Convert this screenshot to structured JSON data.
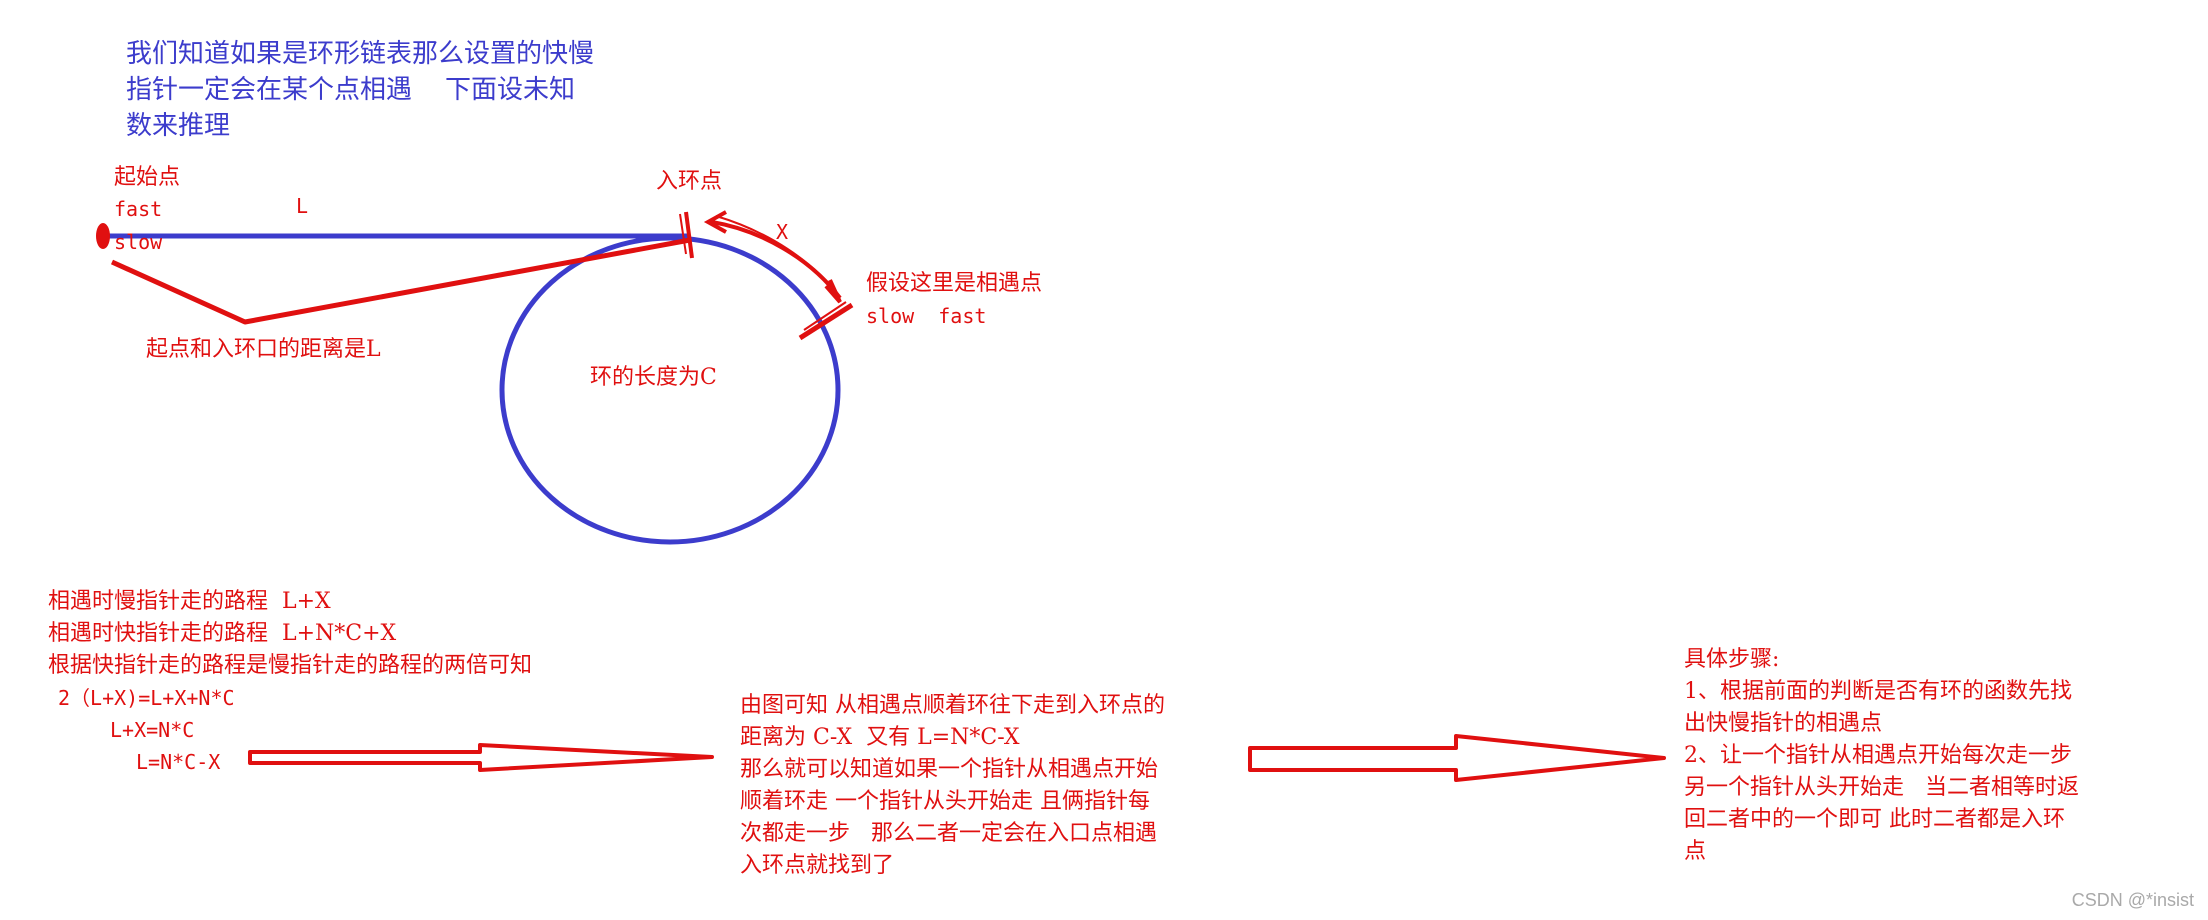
{
  "intro": {
    "line1": "我们知道如果是环形链表那么设置的快慢",
    "line2": "指针一定会在某个点相遇    下面设未知",
    "line3": "数来推理"
  },
  "labels": {
    "start_point": "起始点",
    "fast": "fast",
    "slow": "slow",
    "L": "L",
    "ring_entry": "入环点",
    "X": "X",
    "meet_assume": "假设这里是相遇点",
    "meet_ptrs": "slow  fast",
    "start_to_entry": "起点和入环口的距离是L",
    "ring_length": "环的长度为C"
  },
  "derivation": {
    "line1": "相遇时慢指针走的路程  L+X",
    "line2": "相遇时快指针走的路程  L+N*C+X",
    "line3": "根据快指针走的路程是慢指针走的路程的两倍可知",
    "eq1": "2（L+X)=L+X+N*C",
    "eq2": "L+X=N*C",
    "eq3": "L=N*C-X"
  },
  "middle": {
    "line1": "由图可知 从相遇点顺着环往下走到入环点的",
    "line2": "距离为 C-X  又有 L=N*C-X",
    "line3": "那么就可以知道如果一个指针从相遇点开始",
    "line4": "顺着环走 一个指针从头开始走 且俩指针每",
    "line5": "次都走一步   那么二者一定会在入口点相遇",
    "line6": "入环点就找到了"
  },
  "steps": {
    "title": "具体步骤:",
    "line1": "1、根据前面的判断是否有环的函数先找",
    "line2": "出快慢指针的相遇点",
    "line3": "2、让一个指针从相遇点开始每次走一步",
    "line4": "另一个指针从头开始走   当二者相等时返",
    "line5": "回二者中的一个即可 此时二者都是入环",
    "line6": "点"
  },
  "watermark": "CSDN @*insist",
  "colors": {
    "blue": "#3c3ccc",
    "red": "#e01010"
  }
}
